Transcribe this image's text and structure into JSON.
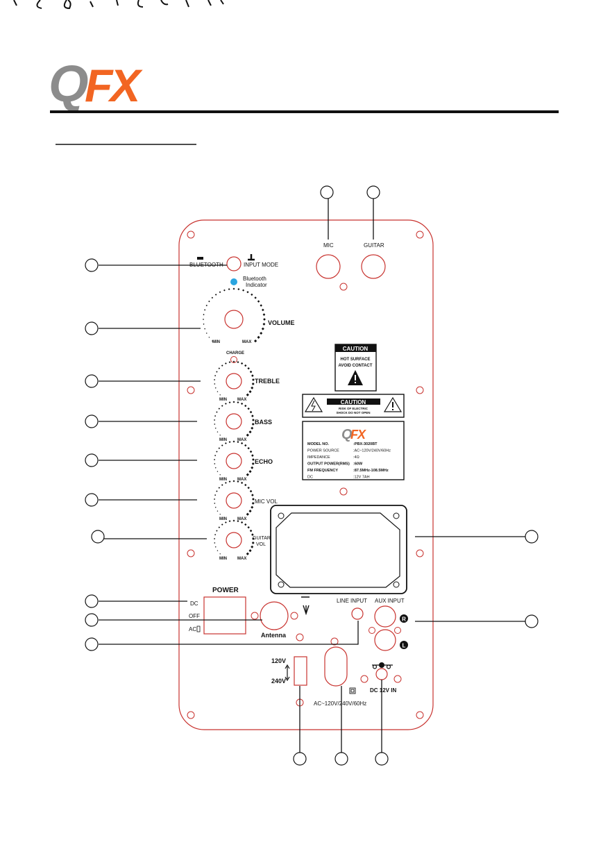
{
  "logo": {
    "q": "Q",
    "fx": "FX"
  },
  "panel": {
    "input_switch": {
      "left": "BLUETOOTH",
      "right": "INPUT MODE"
    },
    "bt_indicator": [
      "Bluetooth",
      "Indicator"
    ],
    "jacks": {
      "mic": "MIC",
      "guitar": "GUITAR"
    },
    "knobs": {
      "volume": "VOLUME",
      "treble": "TREBLE",
      "bass": "BASS",
      "echo": "ECHO",
      "mic_vol": "MIC VOL",
      "guitar_vol": [
        "GUITAR",
        "VOL"
      ],
      "min": "MIN",
      "max": "MAX",
      "charge": "CHARGE"
    },
    "caution_hot": {
      "title": "CAUTION",
      "line1": "HOT SURFACE",
      "line2": "AVOID CONTACT"
    },
    "caution_shock": {
      "title": "CAUTION",
      "line1": "RISK OF ELECTRIC",
      "line2": "SHOCK DO NOT OPEN"
    },
    "spec_label": {
      "logo_q": "Q",
      "logo_fx": "FX",
      "rows": [
        {
          "k": "MODEL NO.",
          "v": ":PBX-3020BT",
          "bold": true
        },
        {
          "k": "POWER SOURCE",
          "v": ":AC~120V/240V/60Hz",
          "bold": false
        },
        {
          "k": "IMPEDANCE",
          "v": ":4Ω",
          "bold": false
        },
        {
          "k": "OUTPUT POWER(RMS)",
          "v": ":60W",
          "bold": true
        },
        {
          "k": "FM FREQUENCY",
          "v": ":87.5MHz-108.5MHz",
          "bold": true
        },
        {
          "k": "DC",
          "v": ":12V 7AH",
          "bold": false
        }
      ]
    },
    "power": {
      "title": "POWER",
      "dc": "DC",
      "off": "OFF",
      "ac": "AC"
    },
    "antenna": "Antenna",
    "line_input": "LINE INPUT",
    "aux_input": "AUX  INPUT",
    "aux_r": "R",
    "aux_l": "L",
    "voltage": {
      "v120": "120V",
      "v240": "240V"
    },
    "ac_label": "AC~120V/240V/60Hz",
    "dc_in": "DC 12V IN"
  },
  "colors": {
    "brand_orange": "#f26522",
    "logo_grey": "#8c8c8c",
    "panel_red": "#c8322e",
    "bt_blue": "#2aa5e0"
  }
}
